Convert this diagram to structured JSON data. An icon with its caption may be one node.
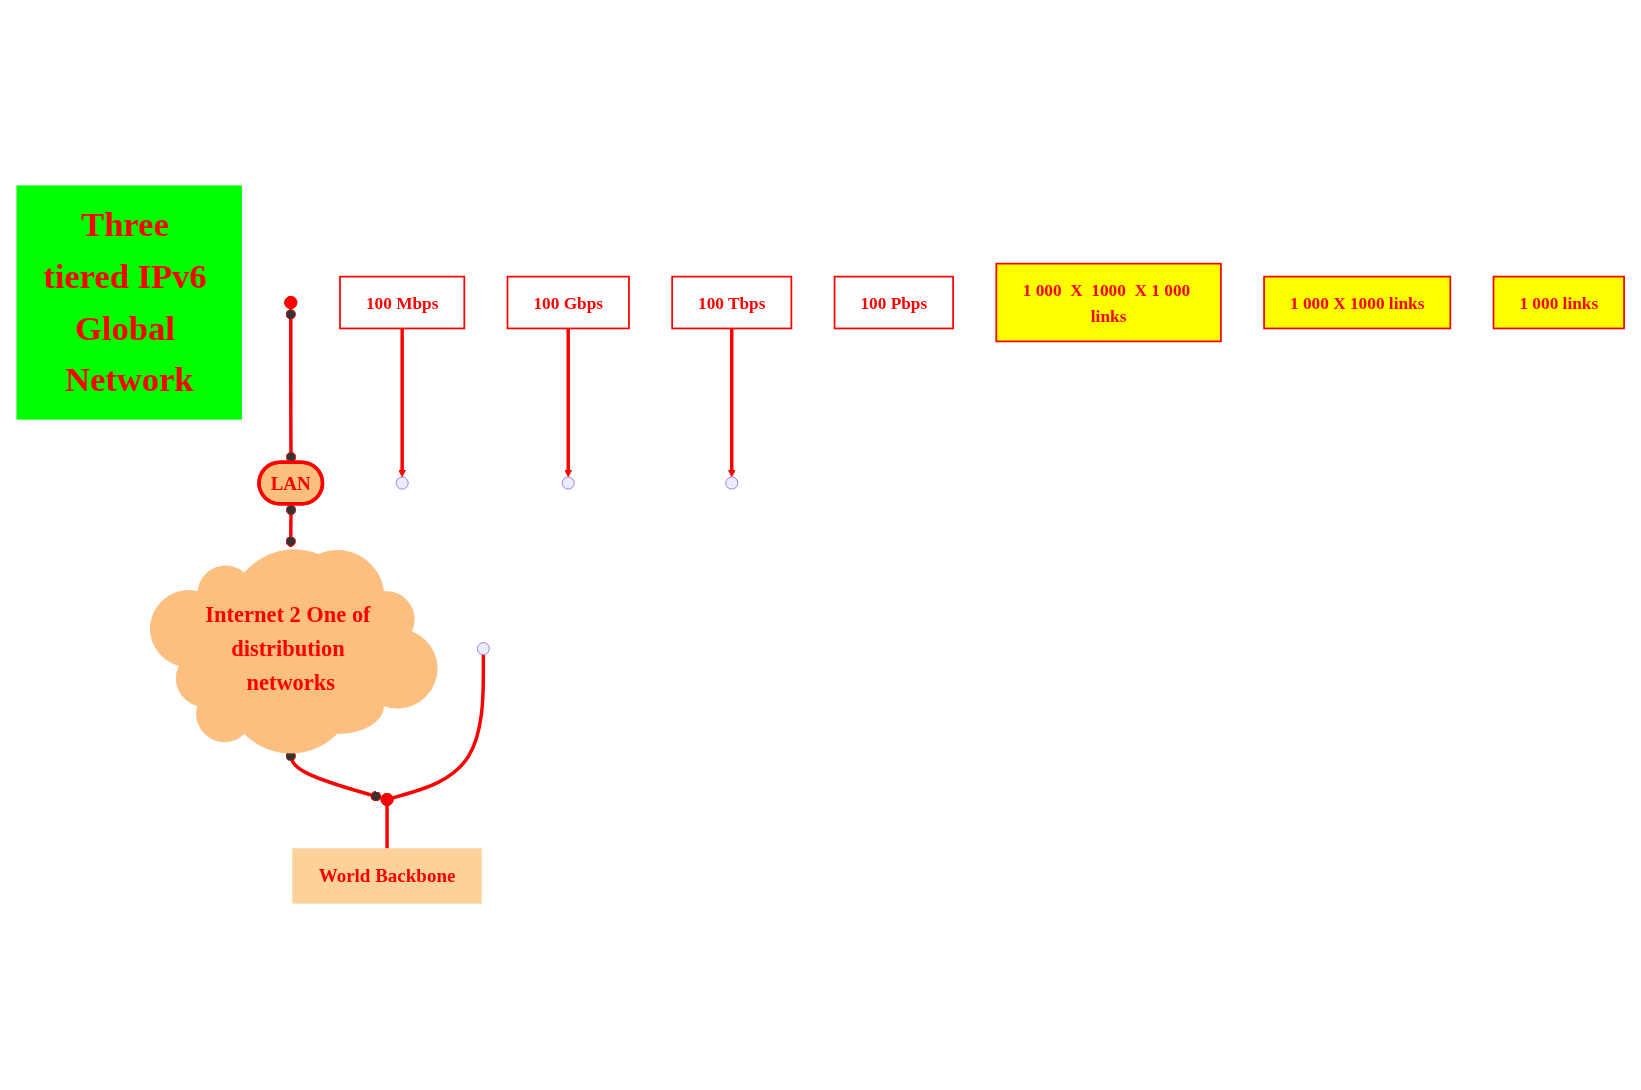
{
  "diagram": {
    "nodes": [
      {
        "text": [
          "Three tiered IPv6 Global Network"
        ]
      },
      {
        "text": [
          "100 Mbps"
        ]
      },
      {
        "text": [],
        "shape": "circle"
      },
      {
        "text": [
          "LAN"
        ]
      },
      {
        "text": [
          "100 Gbps"
        ]
      },
      {
        "text": [
          "Internet 2 One of distribution networks"
        ]
      },
      {
        "text": [
          "100 Tbps"
        ]
      },
      {
        "text": [],
        "shape": "circle"
      },
      {
        "text": [
          "100 Pbps"
        ]
      },
      {
        "text": [
          "World Backbone"
        ]
      },
      {
        "text": [
          "1 000  X  1000  X 1 000 links"
        ]
      },
      {
        "text": [
          "1 000  X 1000 links"
        ]
      },
      {
        "text": [
          "1 000 links"
        ]
      }
    ],
    "edges": [
      {
        "from": 2,
        "to": 3,
        "arrow": "other"
      },
      {
        "from": 1,
        "to": null,
        "arrow": "to"
      },
      {
        "from": 3,
        "to": 5,
        "arrow": "other"
      },
      {
        "from": 4,
        "to": null,
        "arrow": "to"
      },
      {
        "from": 5,
        "to": 7,
        "arrow": "other"
      },
      {
        "from": 6,
        "to": null,
        "arrow": "to"
      },
      {
        "from": null,
        "to": 7,
        "arrow": "none"
      },
      {
        "from": 7,
        "to": 9,
        "arrow": "none"
      }
    ]
  }
}
